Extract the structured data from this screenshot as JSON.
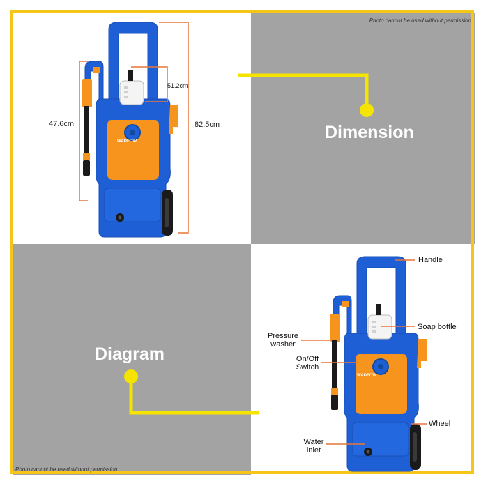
{
  "watermark_top": "Photo cannot be used without permission",
  "watermark_bottom": "Photo cannot be used without permission",
  "titles": {
    "dimension": "Dimension",
    "diagram": "Diagram"
  },
  "dimensions": {
    "height_total": "82.5cm",
    "height_gun": "47.6cm",
    "bottle": "51.2cm"
  },
  "brand": "WADFOW",
  "parts": {
    "handle": "Handle",
    "soap_bottle": "Soap bottle",
    "pressure_washer_1": "Pressure",
    "pressure_washer_2": "washer",
    "onoff_1": "On/Off",
    "onoff_2": "Switch",
    "wheel": "Wheel",
    "water_inlet_1": "Water",
    "water_inlet_2": "inlet"
  },
  "colors": {
    "accent_yellow": "#f5c518",
    "body_blue": "#1f5fd6",
    "panel_orange": "#f7941d",
    "grey_panel": "#a3a3a3",
    "dim_line": "#e8753a"
  }
}
